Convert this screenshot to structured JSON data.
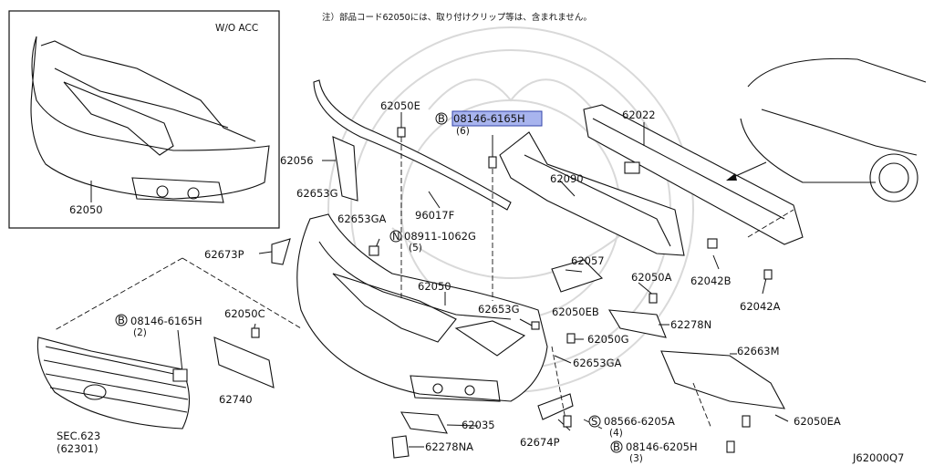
{
  "diagram": {
    "note": "注）部品コード62050には、取り付けクリップ等は、含まれません。",
    "inset_caption": "W/O ACC",
    "inset_part": "62050",
    "catalog_id": "J62000Q7",
    "callouts": {
      "p62050e_top": "62050E",
      "bolt_h_top": "08146-6165H",
      "bolt_h_top_qty": "(6)",
      "p62022": "62022",
      "p62056": "62056",
      "p62090": "62090",
      "p62653g_l": "62653G",
      "p62653ga_l": "62653GA",
      "p96017f": "96017F",
      "nut_n": "08911-1062G",
      "nut_n_qty": "(5)",
      "p62673p": "62673P",
      "p62057": "62057",
      "p62042b": "62042B",
      "p62042a": "62042A",
      "p62050_main": "62050",
      "p62050a": "62050A",
      "p62050c": "62050C",
      "bolt_h_left": "08146-6165H",
      "bolt_h_left_qty": "(2)",
      "p62653g_r": "62653G",
      "p62050eb": "62050EB",
      "p62278n": "62278N",
      "p62050g": "62050G",
      "p62663m": "62663M",
      "p62653ga_r": "62653GA",
      "p62740": "62740",
      "sec623": "SEC.623",
      "sec623_ref": "(62301)",
      "p62035": "62035",
      "screw_s": "08566-6205A",
      "screw_s_qty": "(4)",
      "p62050ea": "62050EA",
      "p62674p": "62674P",
      "p62278na": "62278NA",
      "bolt_h_bottom": "08146-6205H",
      "bolt_h_bottom_qty": "(3)"
    },
    "circle_marks": {
      "b": "B",
      "n": "N",
      "s": "S"
    },
    "highlight_color": "#a8b4ee"
  }
}
